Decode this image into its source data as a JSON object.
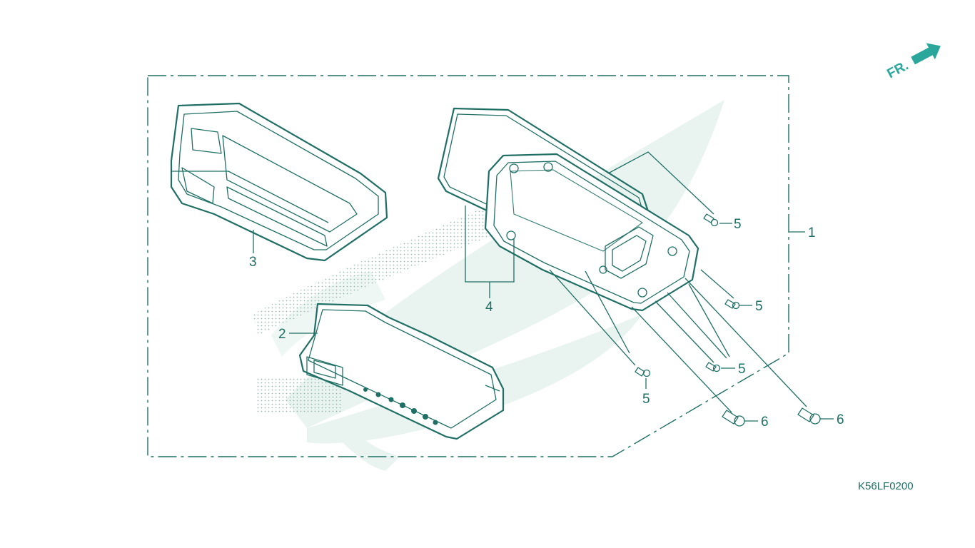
{
  "diagram": {
    "callouts": [
      {
        "id": "1",
        "text": "1"
      },
      {
        "id": "2",
        "text": "2"
      },
      {
        "id": "3",
        "text": "3"
      },
      {
        "id": "4",
        "text": "4"
      },
      {
        "id": "5a",
        "text": "5"
      },
      {
        "id": "5b",
        "text": "5"
      },
      {
        "id": "5c",
        "text": "5"
      },
      {
        "id": "5d",
        "text": "5"
      },
      {
        "id": "6a",
        "text": "6"
      },
      {
        "id": "6b",
        "text": "6"
      }
    ],
    "direction_indicator": "FR.",
    "figure_code": "K56LF0200",
    "colors": {
      "line": "#1f6f64",
      "accent": "#2aa79a",
      "watermark": "#e4f2ee"
    },
    "icons": [
      "front-direction-arrow-icon",
      "wing-watermark-icon"
    ]
  }
}
